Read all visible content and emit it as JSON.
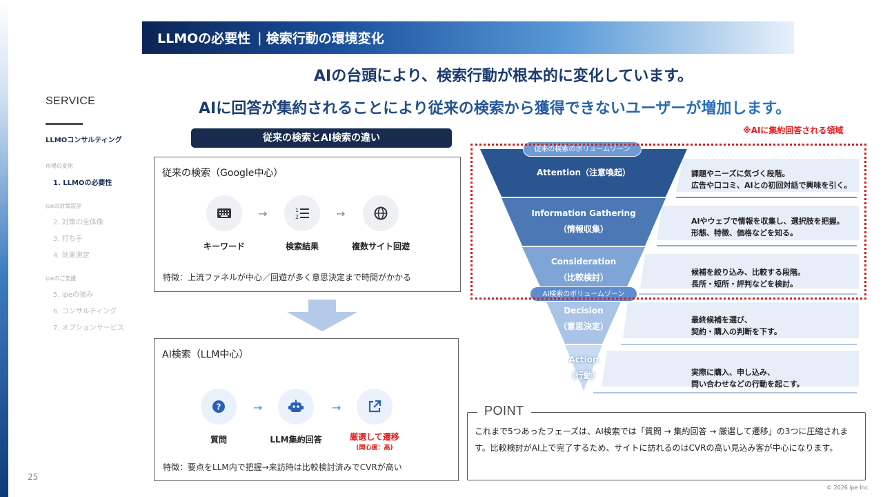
{
  "slide": {
    "page_number": "25",
    "header": {
      "title": "LLMOの必要性",
      "subtitle": "検索行動の環境変化"
    },
    "headline1": "AIの台頭により、検索行動が根本的に変化しています。",
    "headline2": "AIに回答が集約されることにより従来の検索から獲得できないユーザーが増加します。",
    "diff_title": "従来の検索とAI検索の違い",
    "copyright": "© 2026 ipe Inc."
  },
  "sidebar": {
    "title": "SERVICE",
    "section": "LLMOコンサルティング",
    "group1": "市場の変化",
    "active_item": "1. LLMOの必要性",
    "group2": "ipeの対策設計",
    "items2": [
      "2. 対策の全体像",
      "3. 打ち手",
      "4. 効果測定"
    ],
    "group3": "ipeのご支援",
    "items3": [
      "5. ipeの強み",
      "6. コンサルティング",
      "7. オプションサービス"
    ]
  },
  "traditional": {
    "title": "従来の検索（Google中心）",
    "steps": [
      {
        "label": "キーワード",
        "icon": "keyboard-icon"
      },
      {
        "label": "検索結果",
        "icon": "numbered-list-icon"
      },
      {
        "label": "複数サイト回遊",
        "icon": "globe-icon"
      }
    ],
    "arrow": "→",
    "note": "特徴：上流ファネルが中心／回遊が多く意思決定まで時間がかかる"
  },
  "ai_search": {
    "title": "AI検索（LLM中心）",
    "steps": [
      {
        "label": "質問",
        "icon": "question-icon"
      },
      {
        "label": "LLM集約回答",
        "icon": "robot-icon"
      },
      {
        "label": "厳選して遷移",
        "sub": "(関心度：高)",
        "icon": "external-link-icon"
      }
    ],
    "arrow": "→",
    "note": "特徴：要点をLLM内で把握→来訪時は比較検討済みでCVRが高い"
  },
  "funnel": {
    "red_note": "※AIに集約回答される領域",
    "zone_traditional": "従来の検索のボリュームゾーン",
    "zone_ai": "AI検索のボリュームゾーン",
    "stages": [
      {
        "name": "Attention（注意喚起）",
        "name_jp": "",
        "desc1": "課題やニーズに気づく段階。",
        "desc2": "広告や口コミ、AIとの初回対話で興味を引く。"
      },
      {
        "name": "Information Gathering",
        "name_jp": "（情報収集）",
        "desc1": "AIやウェブで情報を収集し、選択肢を把握。",
        "desc2": "形態、特徴、価格などを知る。"
      },
      {
        "name": "Consideration",
        "name_jp": "（比較検討）",
        "desc1": "候補を絞り込み、比較する段階。",
        "desc2": "長所・短所・評判などを検討。"
      },
      {
        "name": "Decision",
        "name_jp": "（意思決定）",
        "desc1": "最終候補を選び、",
        "desc2": "契約・購入の判断を下す。"
      },
      {
        "name": "Action",
        "name_jp": "（行動）",
        "desc1": "実際に購入、申し込み、",
        "desc2": "問い合わせなどの行動を起こす。"
      }
    ],
    "colors": [
      "#2a5591",
      "#4c79b6",
      "#7ea5d6",
      "#a9c4e6",
      "#c9dbf1"
    ]
  },
  "point": {
    "title": "POINT",
    "text": "これまで5つあったフェーズは、AI検索では「質問 → 集約回答 → 厳選して遷移」の3つに圧縮されます。比較検討がAI上で完了するため、サイトに訪れるのはCVRの高い見込み客が中心になります。"
  }
}
